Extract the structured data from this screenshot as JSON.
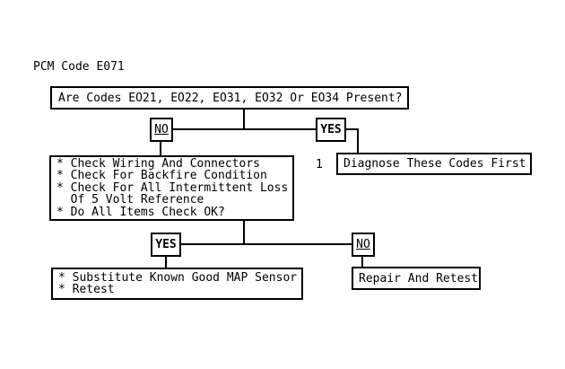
{
  "title": "PCM Code E071",
  "colors": {
    "background": "#ffffff",
    "line": "#000000",
    "text": "#000000"
  },
  "flowchart": {
    "question_box": {
      "text": "Are Codes EO21, EO22, EO31, EO32 Or EO34 Present?"
    },
    "branch_top": {
      "no_label": "NO",
      "yes_label": "YES"
    },
    "diagnose_box": {
      "ref_number": "1",
      "text": "Diagnose These Codes First"
    },
    "checklist_box": {
      "lines": [
        "* Check Wiring And Connectors",
        "* Check For Backfire Condition",
        "* Check For All Intermittent Loss",
        "  Of 5 Volt Reference",
        "* Do All Items Check OK?"
      ]
    },
    "branch_bottom": {
      "yes_label": "YES",
      "no_label": "NO"
    },
    "substitute_box": {
      "lines": [
        "* Substitute Known Good MAP Sensor",
        "* Retest"
      ]
    },
    "repair_box": {
      "text": "Repair And Retest"
    }
  }
}
